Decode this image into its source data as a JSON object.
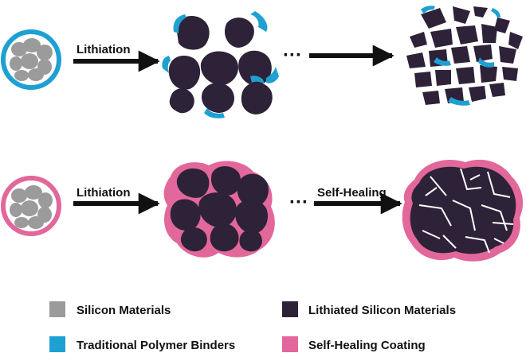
{
  "colors": {
    "silicon": "#9b9b9b",
    "lithiated": "#2e2238",
    "binder": "#1ea0d2",
    "coating": "#e2679a",
    "arrow": "#111111"
  },
  "row1": {
    "arrow_label": "Lithiation",
    "ellipsis": "···"
  },
  "row2": {
    "arrow_label": "Lithiation",
    "ellipsis": "···",
    "arrow2_label": "Self-Healing"
  },
  "legend": [
    {
      "swatch": "silicon",
      "label": "Silicon Materials"
    },
    {
      "swatch": "lithiated",
      "label": "Lithiated Silicon Materials"
    },
    {
      "swatch": "binder",
      "label": "Traditional Polymer Binders"
    },
    {
      "swatch": "coating",
      "label": "Self-Healing Coating"
    }
  ]
}
